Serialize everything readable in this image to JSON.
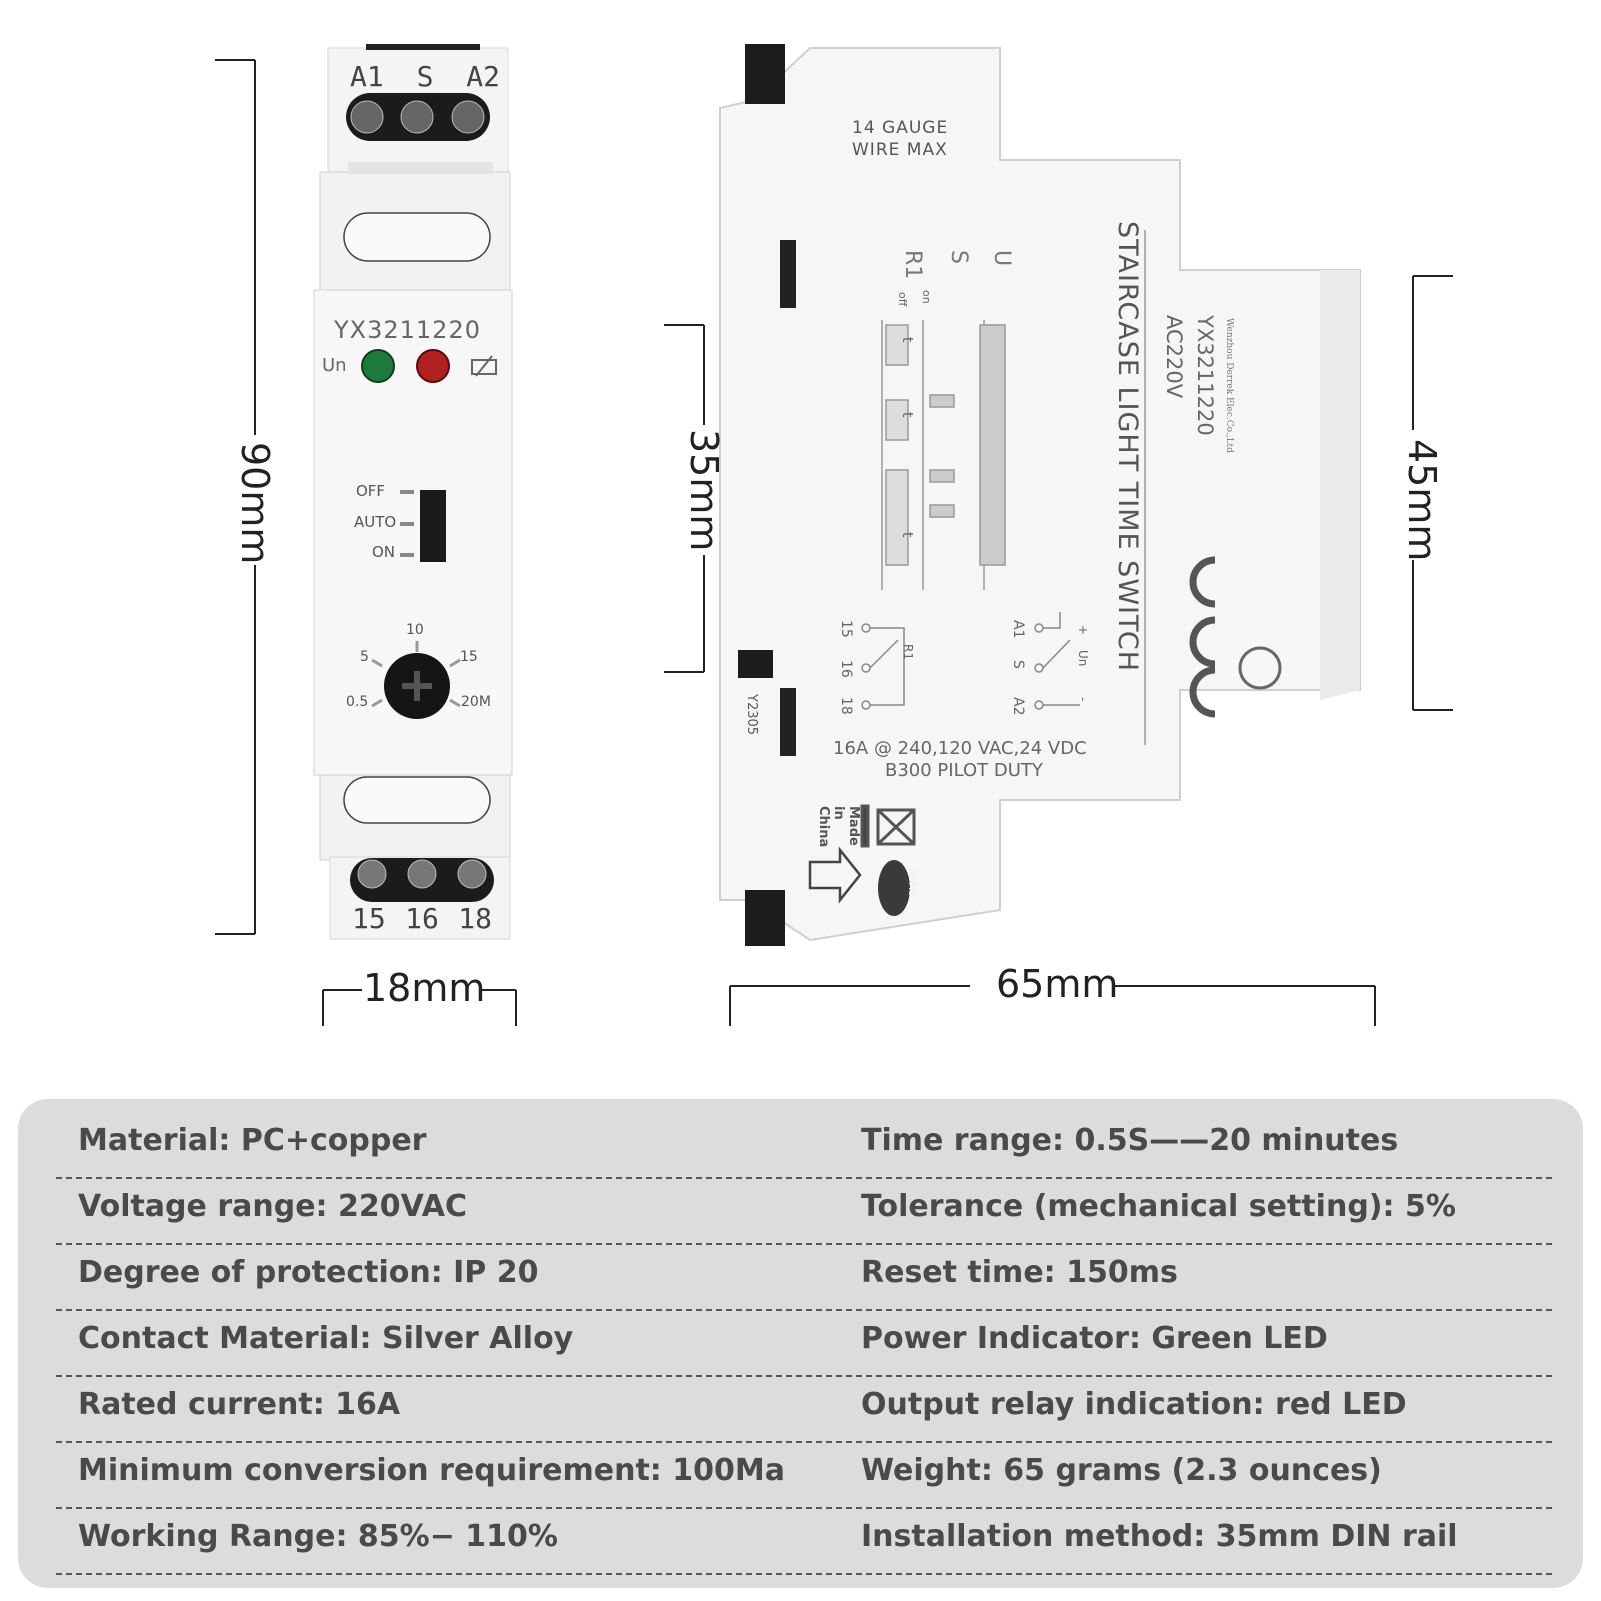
{
  "front": {
    "top_terminals": [
      "A1",
      "S",
      "A2"
    ],
    "model": "YX3211220",
    "un_label": "Un",
    "switch_labels": [
      "OFF",
      "AUTO",
      "ON"
    ],
    "dial_labels": [
      "10",
      "5",
      "15",
      "0.5",
      "20M"
    ],
    "bottom_terminals": [
      "15",
      "16",
      "18"
    ]
  },
  "side": {
    "gauge_line1": "14 GAUGE",
    "gauge_line2": "WIRE MAX",
    "product_name": "STAIRCASE LIGHT TIME SWITCH",
    "model": "YX3211220",
    "voltage": "AC220V",
    "maker": "Wenzhou Derrek Elec.Co.,Ltd",
    "diagram_u": "U",
    "diagram_s": "S",
    "diagram_r": "R1",
    "diagram_on": "on",
    "diagram_off": "off",
    "diagram_t": "t",
    "wiring_left": [
      "15",
      "16",
      "18"
    ],
    "wiring_right": [
      "A1",
      "S",
      "A2"
    ],
    "wiring_r1": "R1",
    "wiring_un": "Un",
    "wiring_plus": "+",
    "wiring_minus": "-",
    "rating_line1": "16A @ 240,120 VAC,24 VDC",
    "rating_line2": "B300 PILOT DUTY",
    "code": "Y2305",
    "made_in": "Made in China",
    "rohs": "RoHS"
  },
  "dimensions": {
    "height": "90mm",
    "width_front": "18mm",
    "depth": "65mm",
    "rail": "35mm",
    "front_face": "45mm"
  },
  "specs": {
    "rows": [
      {
        "left": "Material: PC+copper",
        "right": "Time range: 0.5S——20 minutes"
      },
      {
        "left": "Voltage range: 220VAC",
        "right": "Tolerance (mechanical setting): 5%"
      },
      {
        "left": "Degree of protection: IP 20",
        "right": "Reset time: 150ms"
      },
      {
        "left": "Contact Material: Silver Alloy",
        "right": "Power Indicator: Green LED"
      },
      {
        "left": "Rated current: 16A",
        "right": "Output relay indication: red LED"
      },
      {
        "left": "Minimum conversion requirement: 100Ma",
        "right": "Weight: 65 grams (2.3 ounces)"
      },
      {
        "left": "Working Range: 85%− 110%",
        "right": "Installation method: 35mm DIN rail"
      }
    ]
  }
}
